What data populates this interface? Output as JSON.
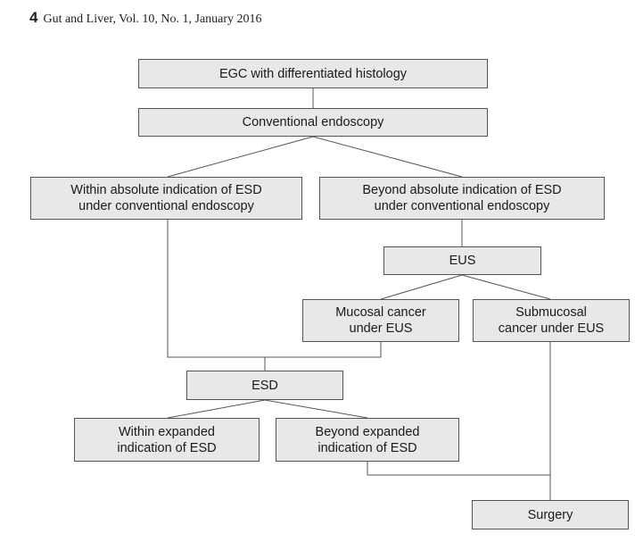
{
  "header": {
    "page_number": "4",
    "citation": "Gut and Liver, Vol. 10, No. 1, January 2016"
  },
  "flowchart": {
    "nodes": {
      "egc": {
        "lines": [
          "EGC with differentiated histology"
        ]
      },
      "conventional": {
        "lines": [
          "Conventional endoscopy"
        ]
      },
      "within_absolute": {
        "lines": [
          "Within absolute indication of ESD",
          "under conventional endoscopy"
        ]
      },
      "beyond_absolute": {
        "lines": [
          "Beyond absolute indication of ESD",
          "under conventional endoscopy"
        ]
      },
      "eus": {
        "lines": [
          "EUS"
        ]
      },
      "mucosal": {
        "lines": [
          "Mucosal cancer",
          "under EUS"
        ]
      },
      "submucosal": {
        "lines": [
          "Submucosal",
          "cancer under EUS"
        ]
      },
      "esd": {
        "lines": [
          "ESD"
        ]
      },
      "within_expanded": {
        "lines": [
          "Within expanded",
          "indication of ESD"
        ]
      },
      "beyond_expanded": {
        "lines": [
          "Beyond expanded",
          "indication of ESD"
        ]
      },
      "surgery": {
        "lines": [
          "Surgery"
        ]
      }
    }
  }
}
